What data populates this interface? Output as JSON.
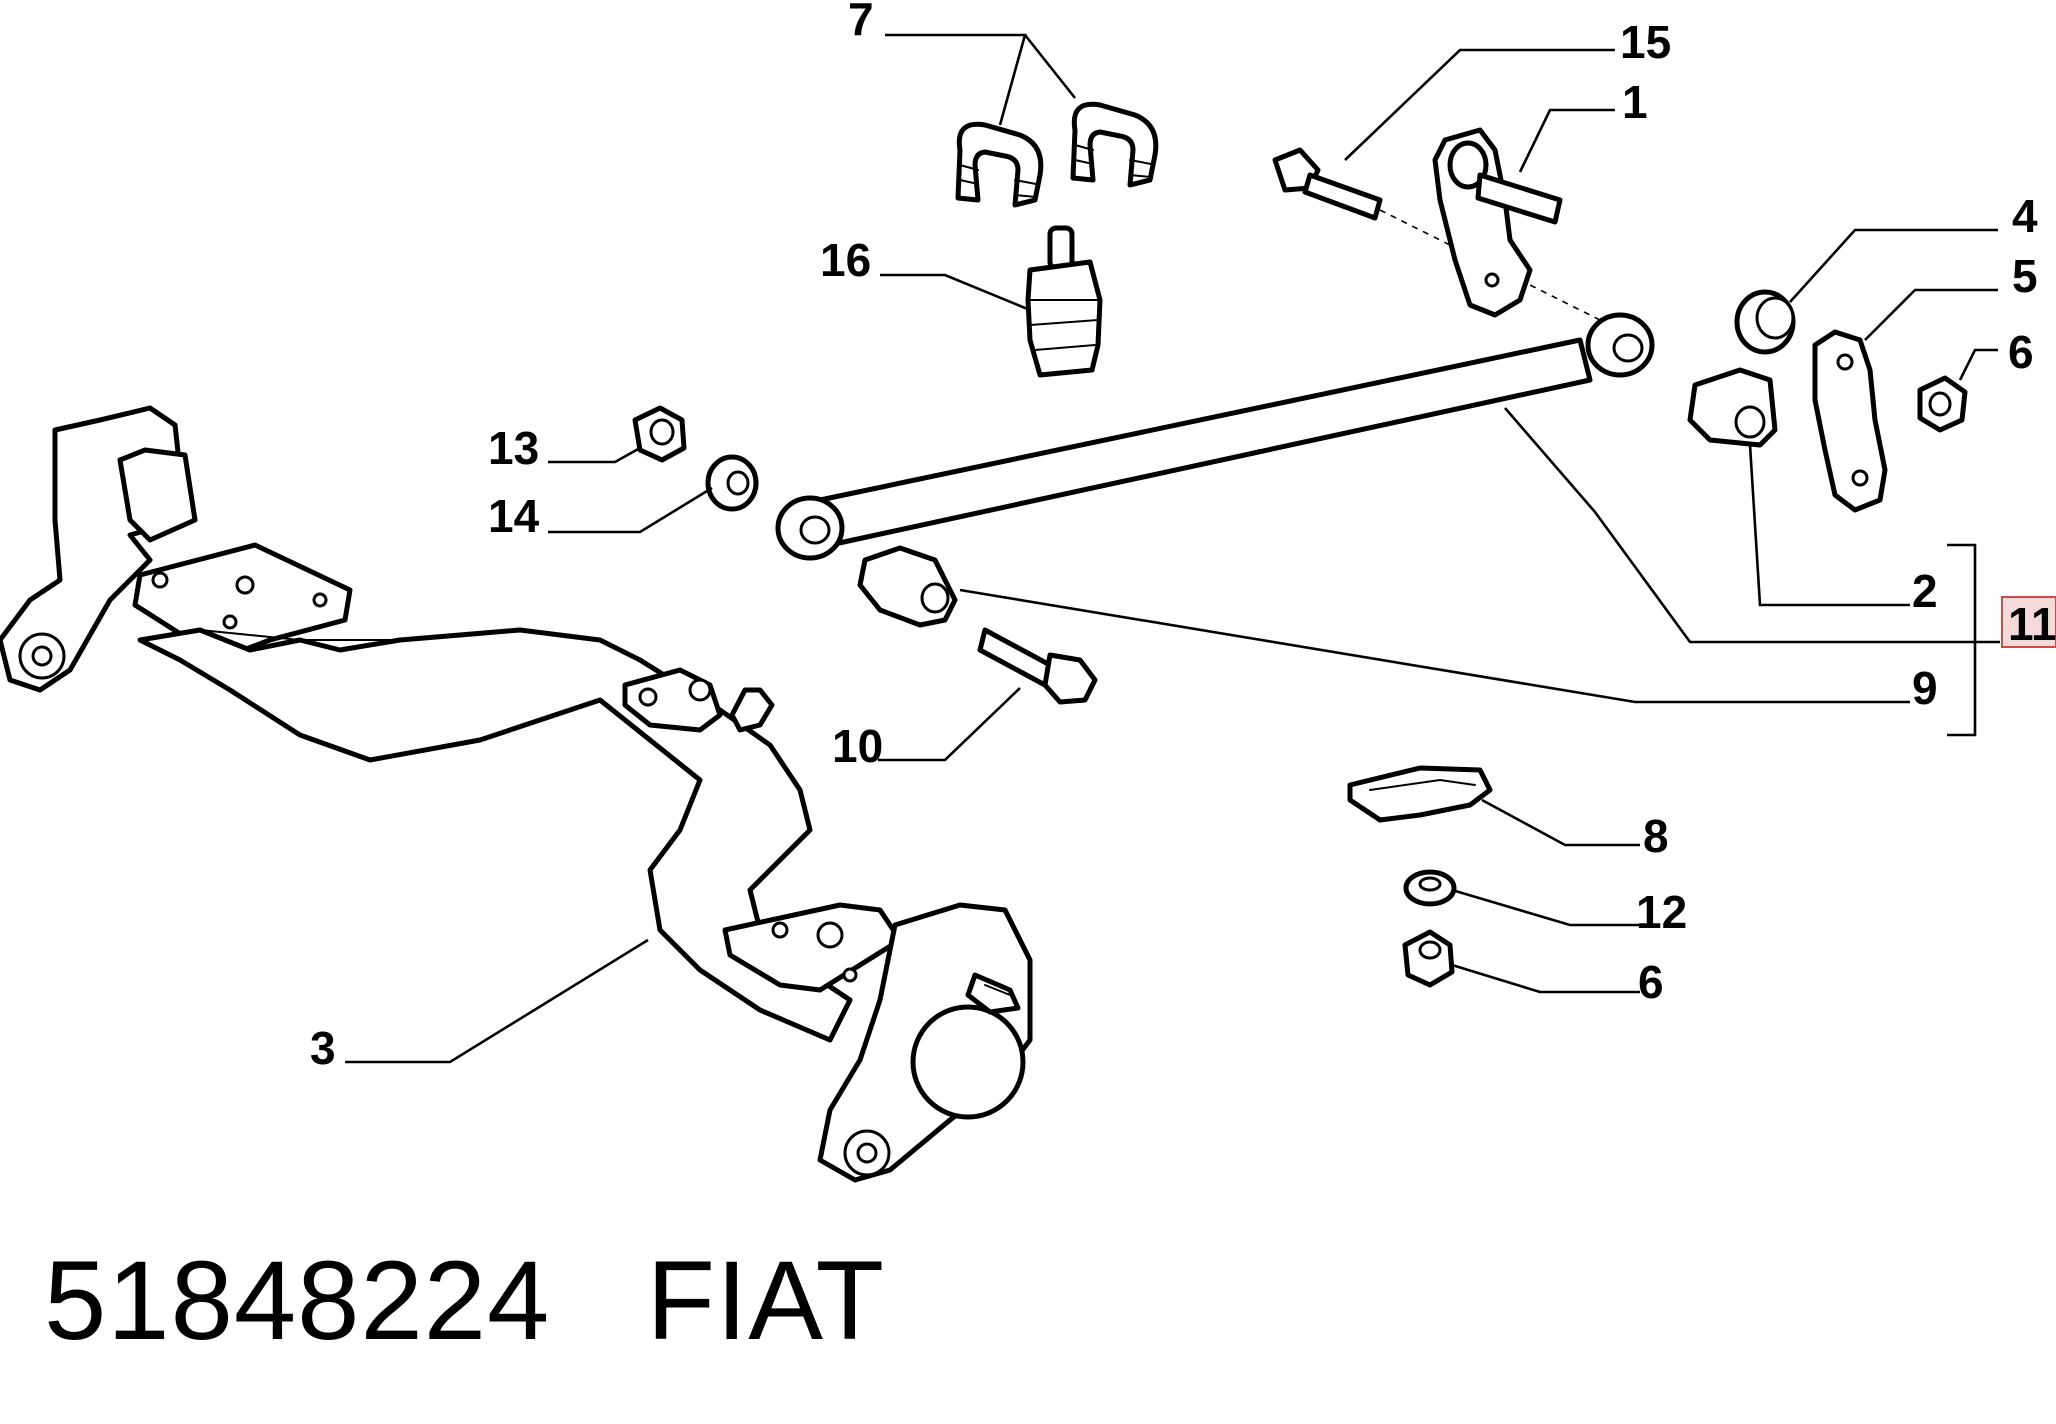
{
  "callouts": {
    "c1": "1",
    "c2": "2",
    "c3": "3",
    "c4": "4",
    "c5": "5",
    "c6a": "6",
    "c6b": "6",
    "c7": "7",
    "c8": "8",
    "c9": "9",
    "c10": "10",
    "c11": "11",
    "c12": "12",
    "c13": "13",
    "c14": "14",
    "c15": "15",
    "c16": "16"
  },
  "footer": {
    "part_number": "51848224",
    "brand": "FIAT"
  },
  "colors": {
    "line": "#000000",
    "highlight_fill": "#f5dada",
    "highlight_border": "#d14a4a",
    "background": "#ffffff"
  }
}
